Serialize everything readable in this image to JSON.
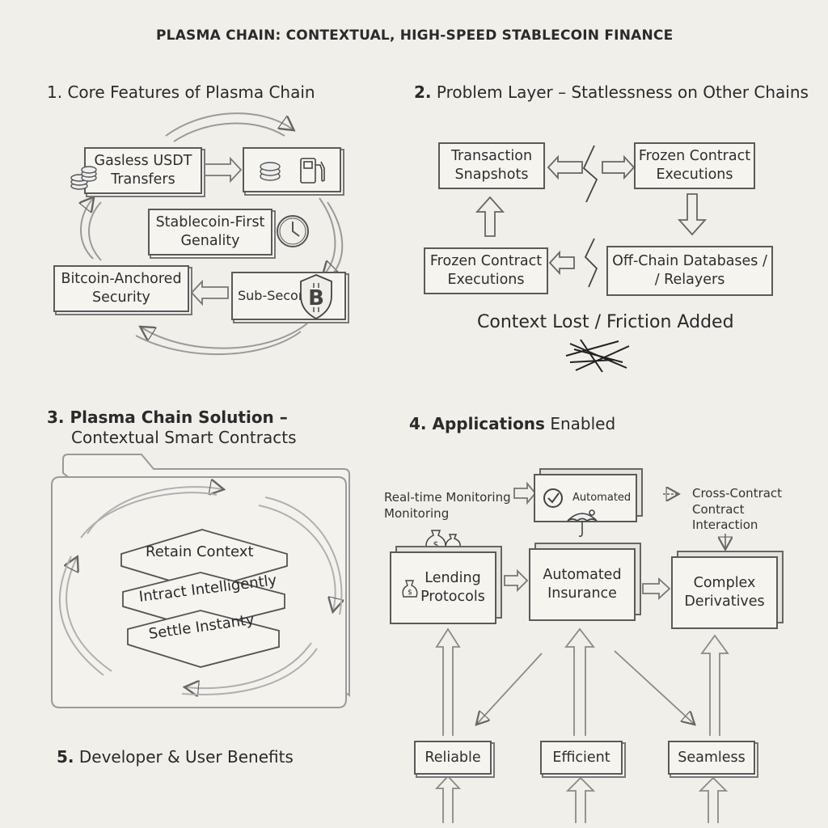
{
  "title": "PLASMA CHAIN: CONTEXTUAL, HIGH-SPEED STABLECOIN FINANCE",
  "sections": {
    "s1": {
      "title": "1. Core Features of Plasma Chain"
    },
    "s2": {
      "prefix": "2.",
      "title": "Problem Layer – Statlessness on Other Chains"
    },
    "s3": {
      "title_line1": "3. Plasma Chain Solution –",
      "title_line2": "Contextual Smart Contracts"
    },
    "s4": {
      "prefix": "4. Applications",
      "suffix": "Enabled"
    },
    "s5": {
      "prefix": "5.",
      "suffix": "Developer & User Benefits"
    }
  },
  "core_features": {
    "gasless": "Gasless USDT\nTransfers",
    "stablecoin_first": "Stablecoin-First\nGenality",
    "bitcoin_anchored": "Bitcoin-Anchored\nSecurity",
    "sub_second": "Sub-Seconu"
  },
  "problem_layer": {
    "snapshots": "Transaction\nSnapshots",
    "frozen_top": "Frozen Contract\nExecutions",
    "frozen_bottom": "Frozen Contract\nExecutions",
    "offchain": "Off-Chain Databases /\n/ Relayers",
    "context_lost": "Context Lost / Friction Added"
  },
  "solution_layers": [
    "Retain Context",
    "Intract Intelligently",
    "Settle Instanty"
  ],
  "applications": {
    "realtime_line1": "Real-time Monitoring",
    "realtime_line2": "Monitoring",
    "automated_card": "Automated",
    "cross_contract": [
      "Cross-Contract",
      "Contract",
      "Interaction"
    ],
    "lending": "Lending\nProtocols",
    "insurance": "Automated\nInsurance",
    "derivatives": "Complex\nDerivatives"
  },
  "benefits": [
    "Reliable",
    "Efficient",
    "Seamless"
  ],
  "icons": [
    "coin-stack-icon",
    "gas-pump-icon",
    "clock-icon",
    "bitcoin-shield-icon",
    "money-bag-icon",
    "checkmark-icon",
    "umbrella-icon",
    "folder-icon"
  ]
}
